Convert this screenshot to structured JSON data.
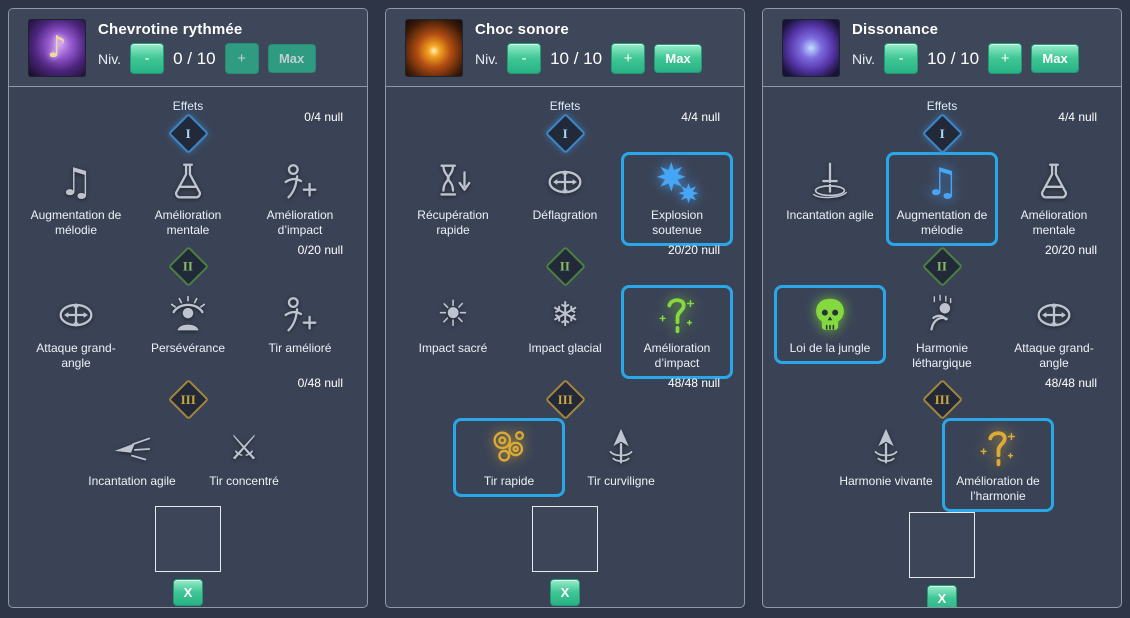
{
  "app": {
    "background": "#2d3546",
    "panel_background": "#3a4356",
    "selection_blue": "#2aa7e8",
    "button_green": "#2fbd8d"
  },
  "panels": [
    {
      "title": "Chevrotine rythmée",
      "portrait_icon": "music-burst-portrait",
      "effects_label": "Effets",
      "close_label": "X",
      "level": {
        "label": "Niv.",
        "display": "0 / 10",
        "minus_label": "-",
        "minus_style": "bright",
        "plus_label": "+",
        "plus_style": "muted",
        "max_label": "Max",
        "max_style": "muted"
      },
      "tiers": [
        {
          "numeral": "I",
          "tint": "blue",
          "count": "0/4 null",
          "skills": [
            {
              "label": "Augmentation de mélodie",
              "icon": "music-notes-icon",
              "selected": false,
              "tint": null
            },
            {
              "label": "Amélioration mentale",
              "icon": "flask-icon",
              "selected": false,
              "tint": null
            },
            {
              "label": "Amélioration d’impact",
              "icon": "figure-plus-icon",
              "selected": false,
              "tint": null
            }
          ]
        },
        {
          "numeral": "II",
          "tint": "green",
          "count": "0/20 null",
          "skills": [
            {
              "label": "Attaque grand-angle",
              "icon": "crosshair-icon",
              "selected": false,
              "tint": null
            },
            {
              "label": "Persévérance",
              "icon": "bust-rays-icon",
              "selected": false,
              "tint": null
            },
            {
              "label": "Tir amélioré",
              "icon": "figure-plus-icon",
              "selected": false,
              "tint": null
            }
          ]
        },
        {
          "numeral": "III",
          "tint": "gold",
          "count": "0/48 null",
          "skills": [
            {
              "label": "Incantation agile",
              "icon": "dash-streaks-icon",
              "selected": false,
              "tint": null
            },
            {
              "label": "Tir concentré",
              "icon": "crossed-swords-icon",
              "selected": false,
              "tint": null
            }
          ]
        }
      ]
    },
    {
      "title": "Choc sonore",
      "portrait_icon": "sonic-orb-portrait",
      "effects_label": "Effets",
      "close_label": "X",
      "level": {
        "label": "Niv.",
        "display": "10 / 10",
        "minus_label": "-",
        "minus_style": "bright",
        "plus_label": "+",
        "plus_style": "bright",
        "max_label": "Max",
        "max_style": "bright"
      },
      "tiers": [
        {
          "numeral": "I",
          "tint": "blue",
          "count": "4/4 null",
          "skills": [
            {
              "label": "Récupération rapide",
              "icon": "hourglass-down-icon",
              "selected": false,
              "tint": null
            },
            {
              "label": "Déflagration",
              "icon": "crosshair-icon",
              "selected": false,
              "tint": null
            },
            {
              "label": "Explosion soutenue",
              "icon": "starburst-icon",
              "selected": true,
              "tint": "blue"
            }
          ]
        },
        {
          "numeral": "II",
          "tint": "green",
          "count": "20/20 null",
          "skills": [
            {
              "label": "Impact sacré",
              "icon": "sun-icon",
              "selected": false,
              "tint": null
            },
            {
              "label": "Impact glacial",
              "icon": "snowflake-icon",
              "selected": false,
              "tint": null
            },
            {
              "label": "Amélioration d’impact",
              "icon": "hook-icon",
              "selected": true,
              "tint": "green"
            }
          ]
        },
        {
          "numeral": "III",
          "tint": "gold",
          "count": "48/48 null",
          "skills": [
            {
              "label": "Tir rapide",
              "icon": "gold-cluster-icon",
              "selected": true,
              "tint": "gold"
            },
            {
              "label": "Tir curviligne",
              "icon": "spear-icon",
              "selected": false,
              "tint": null
            }
          ]
        }
      ]
    },
    {
      "title": "Dissonance",
      "portrait_icon": "dissonance-swirl-portrait",
      "effects_label": "Effets",
      "close_label": "X",
      "level": {
        "label": "Niv.",
        "display": "10 / 10",
        "minus_label": "-",
        "minus_style": "bright",
        "plus_label": "+",
        "plus_style": "bright",
        "max_label": "Max",
        "max_style": "bright"
      },
      "tiers": [
        {
          "numeral": "I",
          "tint": "blue",
          "count": "4/4 null",
          "skills": [
            {
              "label": "Incantation agile",
              "icon": "sword-swirl-icon",
              "selected": false,
              "tint": null
            },
            {
              "label": "Augmentation de mélodie",
              "icon": "music-notes-icon",
              "selected": true,
              "tint": "blue"
            },
            {
              "label": "Amélioration mentale",
              "icon": "flask-icon",
              "selected": false,
              "tint": null
            }
          ]
        },
        {
          "numeral": "II",
          "tint": "green",
          "count": "20/20 null",
          "skills": [
            {
              "label": "Loi de la jungle",
              "icon": "skull-icon",
              "selected": true,
              "tint": "green"
            },
            {
              "label": "Harmonie léthargique",
              "icon": "facepalm-icon",
              "selected": false,
              "tint": null
            },
            {
              "label": "Attaque grand-angle",
              "icon": "crosshair-icon",
              "selected": false,
              "tint": null
            }
          ]
        },
        {
          "numeral": "III",
          "tint": "gold",
          "count": "48/48 null",
          "skills": [
            {
              "label": "Harmonie vivante",
              "icon": "spear-icon",
              "selected": false,
              "tint": null
            },
            {
              "label": "Amélioration de l’harmonie",
              "icon": "hook-icon",
              "selected": true,
              "tint": "gold"
            }
          ]
        }
      ]
    }
  ]
}
